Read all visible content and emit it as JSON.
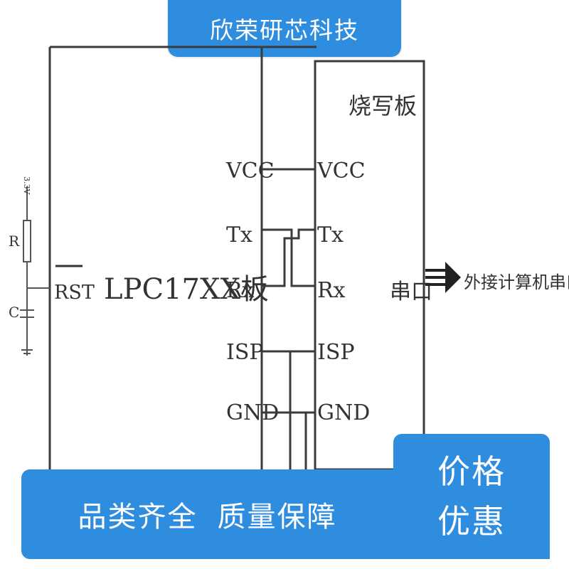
{
  "top_banner": {
    "text": "欣荣研芯科技"
  },
  "left_circuit": {
    "voltage": "3.3V",
    "r_label": "R",
    "c_label": "C"
  },
  "mcu_board": {
    "pin_label": "RST",
    "name": "LPC17XX板"
  },
  "pins_left": [
    "VCC",
    "Tx",
    "Rx",
    "ISP",
    "GND"
  ],
  "programmer_board": {
    "title": "烧写板",
    "pins": [
      "VCC",
      "Tx",
      "Rx",
      "ISP",
      "GND"
    ],
    "port_label": "串口"
  },
  "external": {
    "label": "外接计算机串口"
  },
  "bottom_banner": {
    "left": "品类齐全",
    "right": "质量保障"
  },
  "price_sticker": {
    "line1": "价格",
    "line2": "优惠"
  },
  "colors": {
    "accent": "#2f8de0",
    "line": "#3a3a3a"
  }
}
